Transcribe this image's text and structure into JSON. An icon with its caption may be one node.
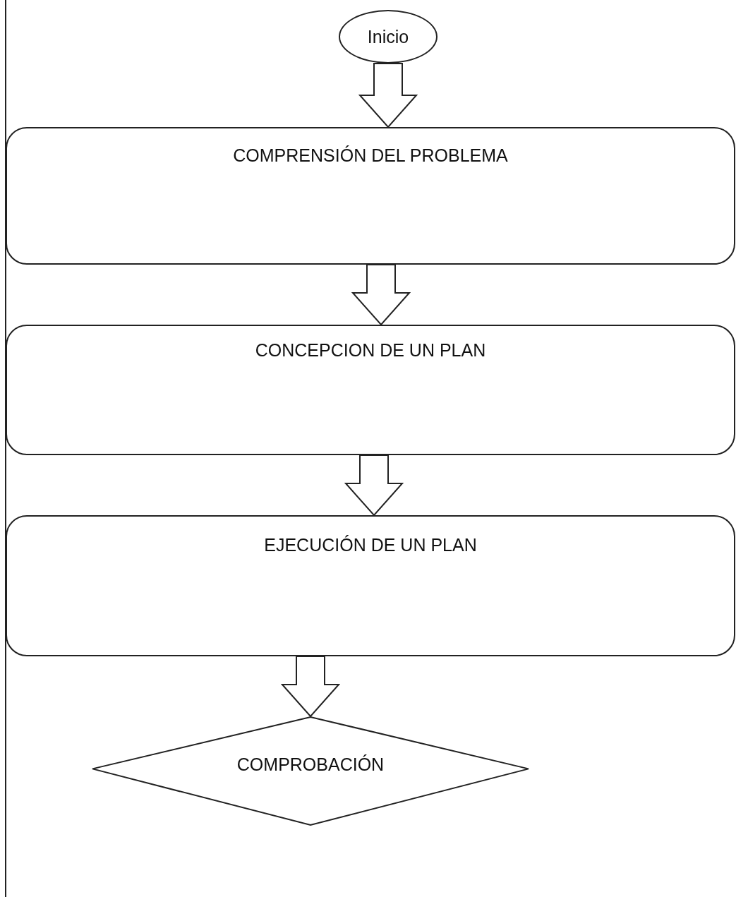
{
  "diagram": {
    "nodes": [
      {
        "text": [
          "Inicio"
        ]
      },
      {
        "text": [
          "COMPRENSIÓN DEL PROBLEMA"
        ]
      },
      {
        "text": [
          "CONCEPCION DE UN PLAN"
        ]
      },
      {
        "text": [
          "EJECUCIÓN DE UN PLAN"
        ]
      },
      {
        "text": [
          "COMPROBACIÓN"
        ]
      }
    ],
    "edges": [
      {
        "from": 0,
        "to": 1,
        "arrow": "to"
      },
      {
        "from": 1,
        "to": 2,
        "arrow": "to"
      },
      {
        "from": 2,
        "to": 3,
        "arrow": "to"
      },
      {
        "from": 3,
        "to": 4,
        "arrow": "to"
      }
    ]
  }
}
